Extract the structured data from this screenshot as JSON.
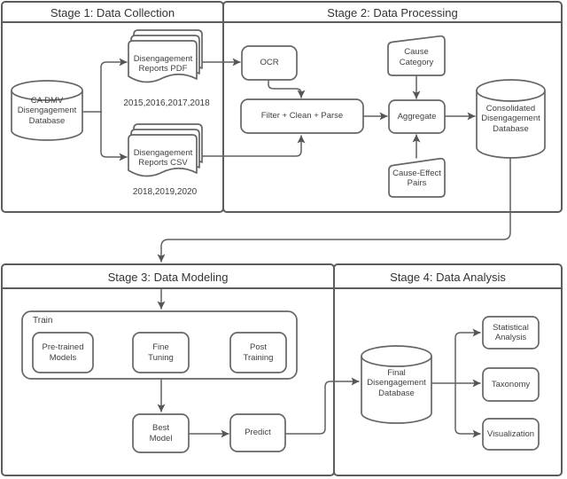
{
  "stages": [
    {
      "title": "Stage 1: Data Collection"
    },
    {
      "title": "Stage 2: Data Processing"
    },
    {
      "title": "Stage 3: Data Modeling"
    },
    {
      "title": "Stage 4: Data Analysis"
    }
  ],
  "nodes": {
    "ca_dmv_db": {
      "shape": "cylinder",
      "label": "CA DMV\nDisengagement\nDatabase"
    },
    "reports_pdf": {
      "shape": "document-stack",
      "label": "Disengagement\nReports PDF",
      "caption": "2015,2016,2017,2018"
    },
    "reports_csv": {
      "shape": "document-stack",
      "label": "Disengagement\nReports CSV",
      "caption": "2018,2019,2020"
    },
    "ocr": {
      "shape": "rounded-rect",
      "label": "OCR"
    },
    "filter": {
      "shape": "rounded-rect",
      "label": "Filter + Clean + Parse"
    },
    "cause_category": {
      "shape": "manual-input",
      "label": "Cause\nCategory"
    },
    "aggregate": {
      "shape": "rounded-rect",
      "label": "Aggregate"
    },
    "cause_effect": {
      "shape": "manual-input",
      "label": "Cause-Effect\nPairs"
    },
    "consolidated_db": {
      "shape": "cylinder",
      "label": "Consolidated\nDisengagement\nDatabase"
    },
    "train_group": {
      "shape": "group",
      "label": "Train"
    },
    "pretrained": {
      "shape": "rounded-rect",
      "label": "Pre-trained\nModels"
    },
    "fine_tuning": {
      "shape": "rounded-rect",
      "label": "Fine\nTuning"
    },
    "post_training": {
      "shape": "rounded-rect",
      "label": "Post\nTraining"
    },
    "best_model": {
      "shape": "rounded-rect",
      "label": "Best\nModel"
    },
    "predict": {
      "shape": "rounded-rect",
      "label": "Predict"
    },
    "final_db": {
      "shape": "cylinder",
      "label": "Final\nDisengagement\nDatabase"
    },
    "statistical": {
      "shape": "rounded-rect",
      "label": "Statistical\nAnalysis"
    },
    "taxonomy": {
      "shape": "rounded-rect",
      "label": "Taxonomy"
    },
    "visualization": {
      "shape": "rounded-rect",
      "label": "Visualization"
    }
  },
  "colors": {
    "stage_stroke": "#5c5c5c",
    "node_stroke": "#666666",
    "edge_stroke": "#616161",
    "arrowhead": "#555555",
    "text": "#3f3f3f",
    "title_text": "#333333",
    "background": "#ffffff"
  }
}
